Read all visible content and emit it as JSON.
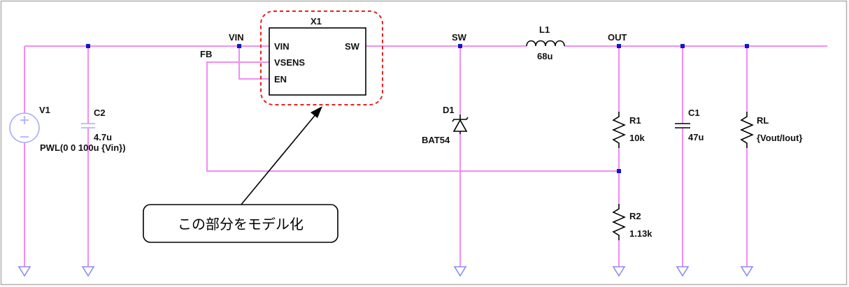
{
  "colors": {
    "wire": "#f28cf2",
    "node": "#1515c8",
    "ground": "#8c8cf0",
    "highlight": "#e52222",
    "component": "#000000",
    "border": "#b0b0b0"
  },
  "components": {
    "v1": {
      "ref": "V1",
      "value": "PWL(0 0 100u {Vin})"
    },
    "c2": {
      "ref": "C2",
      "value": "4.7u"
    },
    "x1": {
      "ref": "X1",
      "pins": {
        "vin": "VIN",
        "vsens": "VSENS",
        "en": "EN",
        "sw": "SW"
      }
    },
    "l1": {
      "ref": "L1",
      "value": "68u"
    },
    "d1": {
      "ref": "D1",
      "value": "BAT54"
    },
    "r1": {
      "ref": "R1",
      "value": "10k"
    },
    "r2": {
      "ref": "R2",
      "value": "1.13k"
    },
    "c1": {
      "ref": "C1",
      "value": "47u"
    },
    "rl": {
      "ref": "RL",
      "value": "{Vout/Iout}"
    }
  },
  "nets": {
    "vin": "VIN",
    "fb": "FB",
    "sw": "SW",
    "out": "OUT"
  },
  "callout": {
    "text": "この部分をモデル化"
  }
}
